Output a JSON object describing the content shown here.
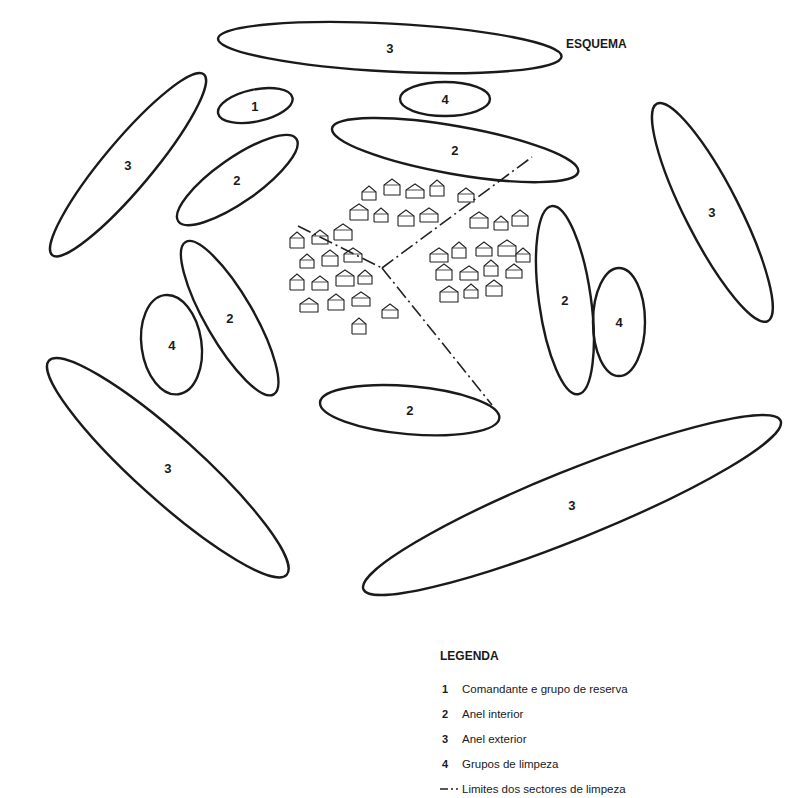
{
  "diagram": {
    "title": "ESQUEMA",
    "nodes": [
      {
        "text": [
          "3"
        ]
      },
      {
        "text": [
          "1"
        ]
      },
      {
        "text": [
          "4"
        ]
      },
      {
        "text": [
          "3"
        ]
      },
      {
        "text": [
          "2"
        ]
      },
      {
        "text": [
          "2"
        ]
      },
      {
        "text": [
          "3"
        ]
      },
      {
        "text": [
          "2"
        ]
      },
      {
        "text": [
          "4"
        ]
      },
      {
        "text": [
          "2"
        ]
      },
      {
        "text": [
          "4"
        ]
      },
      {
        "text": [
          "2"
        ]
      },
      {
        "text": [
          "3"
        ]
      },
      {
        "text": [
          "3"
        ]
      }
    ],
    "labels": [
      "LEGENDA",
      "1",
      "2",
      "3",
      "4"
    ],
    "legend": [
      {
        "text": "Comandante e grupo de reserva"
      },
      {
        "text": "Anel interior"
      },
      {
        "text": "Anel exterior"
      },
      {
        "text": "Grupos de limpeza"
      },
      {
        "text": "Limites dos sectores de limpeza"
      }
    ]
  }
}
